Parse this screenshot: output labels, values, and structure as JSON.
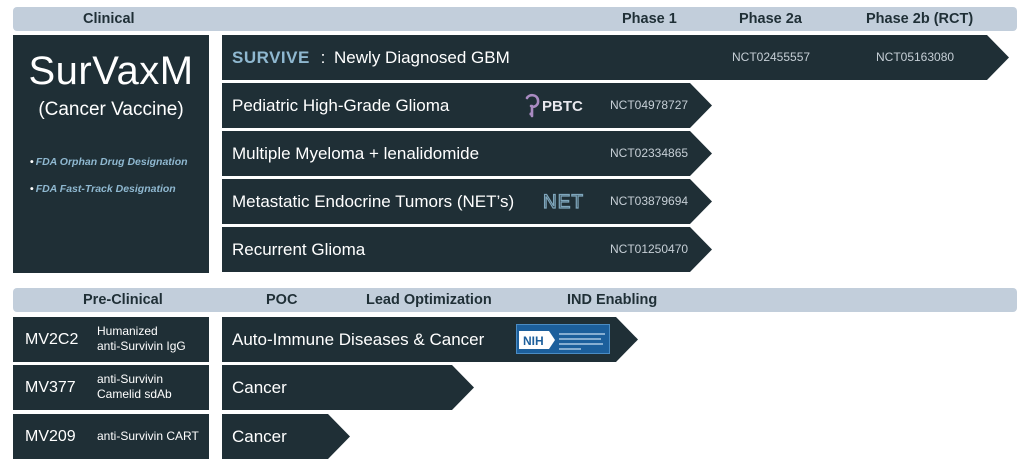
{
  "header_top": {
    "category": "Clinical",
    "phase1": "Phase 1",
    "phase2a": "Phase 2a",
    "phase2b": "Phase 2b (RCT)"
  },
  "product": {
    "name": "SurVaxM",
    "subtitle": "(Cancer Vaccine)",
    "designations": [
      "FDA Orphan Drug Designation",
      "FDA Fast-Track Designation"
    ]
  },
  "clinical_programs": [
    {
      "label_prefix": "SURVIVE",
      "separator": ":",
      "label": "Newly Diagnosed GBM",
      "nct_ids": [
        "NCT02455557",
        "NCT05163080"
      ],
      "partner_logo": ""
    },
    {
      "label": "Pediatric High-Grade Glioma",
      "nct_ids": [
        "NCT04978727"
      ],
      "partner_logo": "PBTC"
    },
    {
      "label": "Multiple Myeloma + lenalidomide",
      "nct_ids": [
        "NCT02334865"
      ],
      "partner_logo": ""
    },
    {
      "label": "Metastatic Endocrine Tumors (NET’s)",
      "nct_ids": [
        "NCT03879694"
      ],
      "partner_logo": "NET"
    },
    {
      "label": "Recurrent Glioma",
      "nct_ids": [
        "NCT01250470"
      ],
      "partner_logo": ""
    }
  ],
  "header_bottom": {
    "category": "Pre-Clinical",
    "stage1": "POC",
    "stage2": "Lead Optimization",
    "stage3": "IND Enabling"
  },
  "preclinical_programs": [
    {
      "code": "MV2C2",
      "description_lines": [
        "Humanized",
        "anti-Survivin IgG"
      ],
      "label": "Auto-Immune Diseases & Cancer",
      "partner_logo": "NIH"
    },
    {
      "code": "MV377",
      "description_lines": [
        "anti-Survivin",
        "Camelid sdAb"
      ],
      "label": "Cancer",
      "partner_logo": ""
    },
    {
      "code": "MV209",
      "description_lines": [
        "anti-Survivin CART"
      ],
      "label": "Cancer",
      "partner_logo": ""
    }
  ],
  "colors": {
    "header_bar": "#c2cedb",
    "dark_fill": "#1f2f36",
    "accent_blue": "#8fb8d0",
    "nih_blue": "#1c5f9c"
  }
}
